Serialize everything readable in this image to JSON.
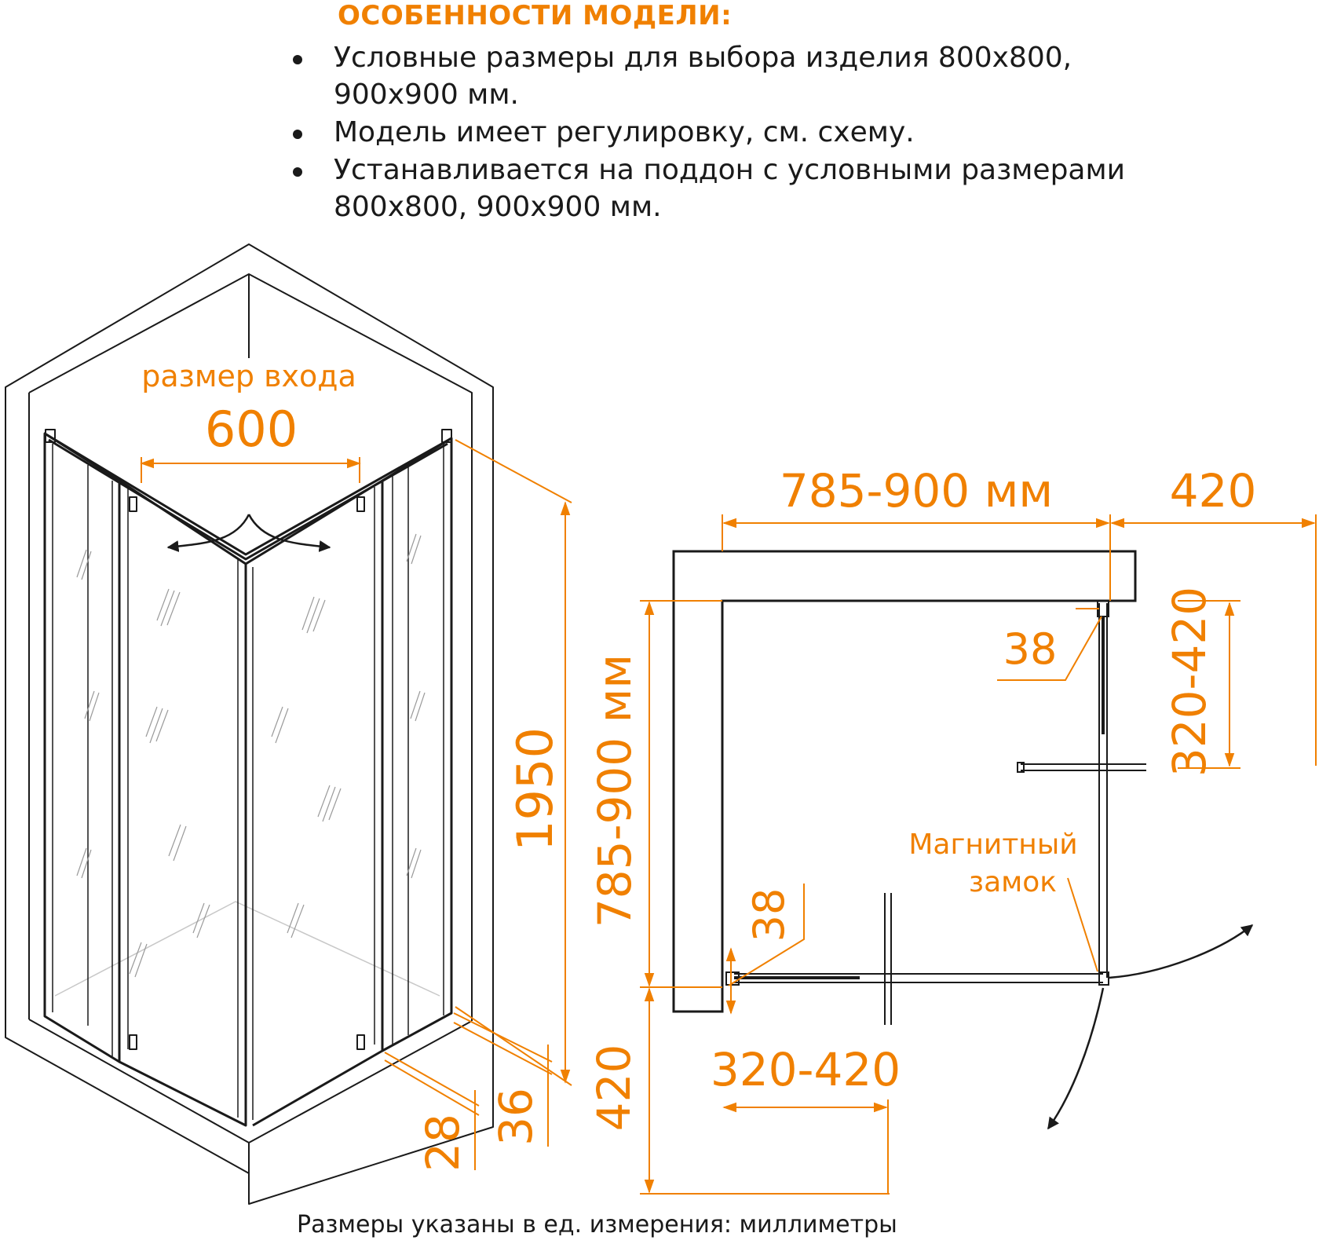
{
  "features": {
    "title": "ОСОБЕННОСТИ МОДЕЛИ:",
    "items": [
      {
        "line1": "Условные размеры для выбора изделия 800х800,",
        "line2": "900х900 мм."
      },
      {
        "line1": "Модель имеет регулировку, см. схему.",
        "line2": ""
      },
      {
        "line1": "Устанавливается на поддон с условными размерами",
        "line2": "800х800, 900х900 мм."
      }
    ]
  },
  "iso_view": {
    "entrance_label": "размер входа",
    "entrance_value": "600",
    "height_value": "1950",
    "dim_36": "36",
    "dim_28": "28"
  },
  "plan_view": {
    "width_top": "785-900 мм",
    "dim_420_top": "420",
    "dim_38_top": "38",
    "dim_320_420_right": "320-420",
    "height_left": "785-900 мм",
    "dim_38_left": "38",
    "dim_420_left": "420",
    "dim_320_420_bottom": "320-420",
    "magnet_label_line1": "Магнитный",
    "magnet_label_line2": "замок"
  },
  "colors": {
    "accent": "#f08000",
    "line": "#1a1a1a"
  },
  "footer": {
    "note": "Размеры указаны в ед. измерения: миллиметры"
  }
}
